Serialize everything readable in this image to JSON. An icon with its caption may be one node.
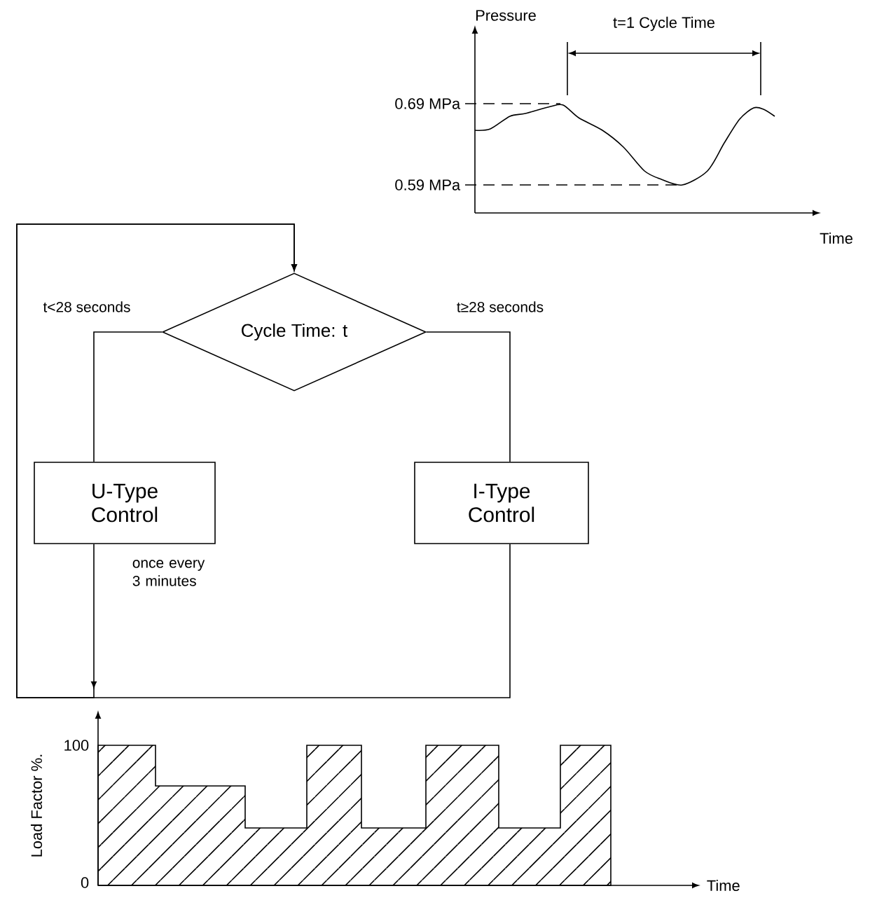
{
  "diagram": {
    "nodes": [
      {
        "text": [
          "Cycle Time: t"
        ]
      },
      {
        "text": [
          "U-Type Control"
        ]
      },
      {
        "text": [
          "I-Type Control"
        ]
      }
    ],
    "edges": [
      {
        "from": 0,
        "to": 1,
        "arrow": "none",
        "label": "t<28 seconds"
      },
      {
        "from": 0,
        "to": 2,
        "arrow": "none",
        "label": "t≥28 seconds"
      },
      {
        "from": 1,
        "to": 0,
        "arrow": "to",
        "label": "once every 3 minutes"
      },
      {
        "from": 2,
        "to": 0,
        "arrow": "to"
      }
    ],
    "labels": [
      "Pressure",
      "t=1 Cycle Time",
      "0.69 MPa",
      "0.59 MPa",
      "Time",
      "Load Factor %.",
      "100",
      "0",
      "Time"
    ]
  }
}
